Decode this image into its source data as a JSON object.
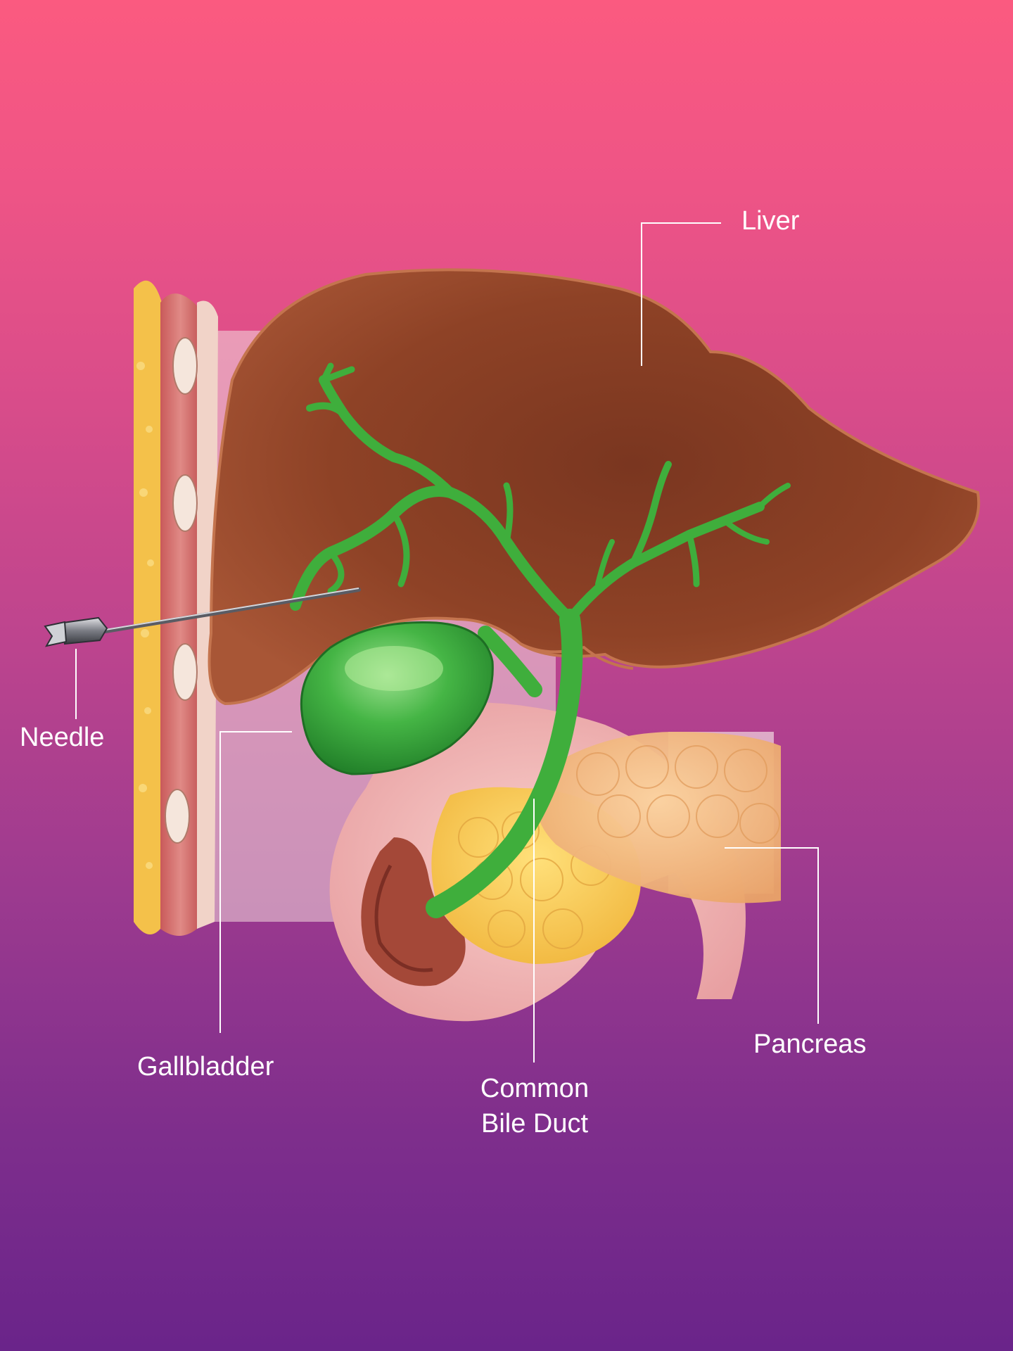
{
  "labels": {
    "liver": "Liver",
    "needle": "Needle",
    "gallbladder": "Gallbladder",
    "common_bile_duct_line1": "Common",
    "common_bile_duct_line2": "Bile Duct",
    "pancreas": "Pancreas"
  },
  "colors": {
    "background_top": "#fb5a80",
    "background_bottom": "#6a248a",
    "liver": "#8e4226",
    "bile_ducts": "#3fae3c",
    "gallbladder": "#43b343",
    "pancreas": "#f1b979",
    "duodenum": "#f2b8b6",
    "abdominal_wall_fat": "#f6c64a",
    "label_text": "#ffffff"
  }
}
